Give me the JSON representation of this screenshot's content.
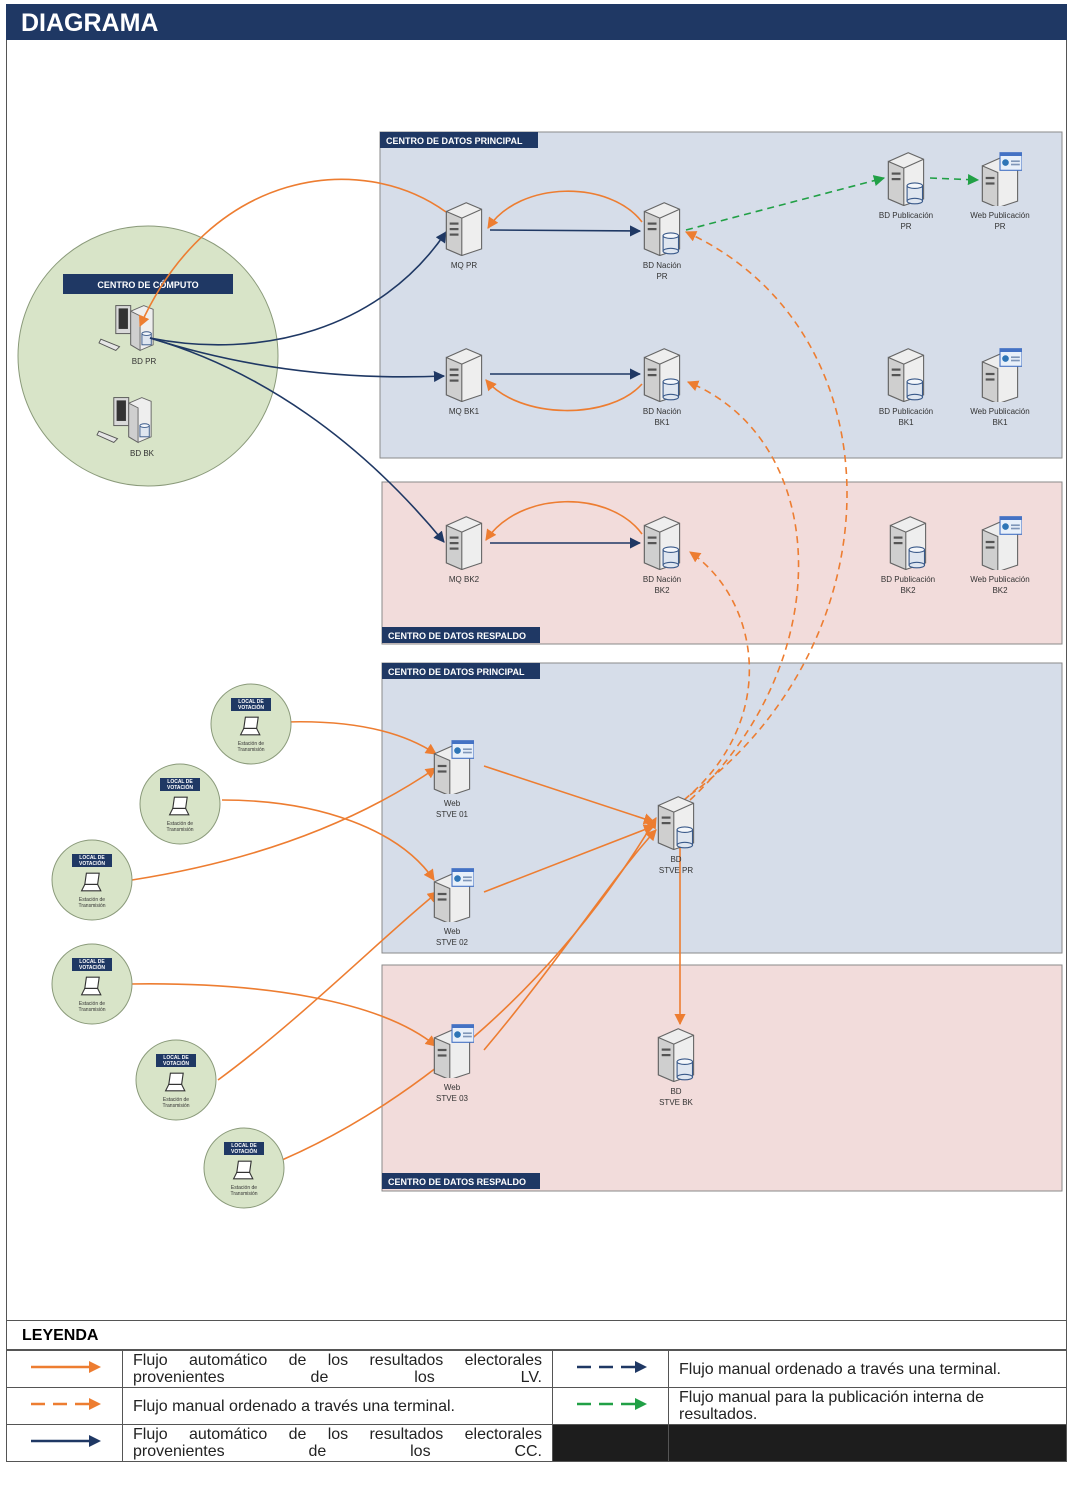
{
  "header": {
    "title": "DIAGRAMA"
  },
  "zones": [
    {
      "id": "z1",
      "title": "CENTRO DE DATOS PRINCIPAL",
      "kind": "principal"
    },
    {
      "id": "z2",
      "title": "CENTRO DE DATOS RESPALDO",
      "kind": "respaldo"
    },
    {
      "id": "z3",
      "title": "CENTRO DE DATOS PRINCIPAL",
      "kind": "principal"
    },
    {
      "id": "z4",
      "title": "CENTRO DE DATOS RESPALDO",
      "kind": "respaldo"
    }
  ],
  "centro_computo": {
    "title": "CENTRO DE CÓMPUTO",
    "nodes": [
      {
        "id": "bdpr",
        "label": [
          "BD PR"
        ]
      },
      {
        "id": "bdbk",
        "label": [
          "BD BK"
        ]
      }
    ]
  },
  "nodes": [
    {
      "id": "mqpr",
      "type": "server",
      "label": [
        "MQ PR"
      ]
    },
    {
      "id": "bdnpr",
      "type": "db",
      "label": [
        "BD Nación",
        "PR"
      ]
    },
    {
      "id": "bdpubpr",
      "type": "db",
      "label": [
        "BD Publicación",
        "PR"
      ]
    },
    {
      "id": "webpubpr",
      "type": "web",
      "label": [
        "Web Publicación",
        "PR"
      ]
    },
    {
      "id": "mqbk1",
      "type": "server",
      "label": [
        "MQ BK1"
      ]
    },
    {
      "id": "bdnbk1",
      "type": "db",
      "label": [
        "BD Nación",
        "BK1"
      ]
    },
    {
      "id": "bdpubbk1",
      "type": "db",
      "label": [
        "BD Publicación",
        "BK1"
      ]
    },
    {
      "id": "webpubbk1",
      "type": "web",
      "label": [
        "Web Publicación",
        "BK1"
      ]
    },
    {
      "id": "mqbk2",
      "type": "server",
      "label": [
        "MQ BK2"
      ]
    },
    {
      "id": "bdnbk2",
      "type": "db",
      "label": [
        "BD Nación",
        "BK2"
      ]
    },
    {
      "id": "bdpubbk2",
      "type": "db",
      "label": [
        "BD Publicación",
        "BK2"
      ]
    },
    {
      "id": "webpubbk2",
      "type": "web",
      "label": [
        "Web Publicación",
        "BK2"
      ]
    },
    {
      "id": "web01",
      "type": "web",
      "label": [
        "Web",
        "STVE 01"
      ]
    },
    {
      "id": "web02",
      "type": "web",
      "label": [
        "Web",
        "STVE 02"
      ]
    },
    {
      "id": "web03",
      "type": "web",
      "label": [
        "Web",
        "STVE 03"
      ]
    },
    {
      "id": "bdstvepr",
      "type": "db",
      "label": [
        "BD",
        "STVE PR"
      ]
    },
    {
      "id": "bdstvebk",
      "type": "db",
      "label": [
        "BD",
        "STVE BK"
      ]
    }
  ],
  "locales": [
    {
      "id": "lv1",
      "title": [
        "LOCAL DE",
        "VOTACIÓN"
      ],
      "label": [
        "Estación de",
        "Transmisión"
      ]
    },
    {
      "id": "lv2",
      "title": [
        "LOCAL DE",
        "VOTACIÓN"
      ],
      "label": [
        "Estación de",
        "Transmisión"
      ]
    },
    {
      "id": "lv3",
      "title": [
        "LOCAL DE",
        "VOTACIÓN"
      ],
      "label": [
        "Estación de",
        "Transmisión"
      ]
    },
    {
      "id": "lv4",
      "title": [
        "LOCAL DE",
        "VOTACIÓN"
      ],
      "label": [
        "Estación de",
        "Transmisión"
      ]
    },
    {
      "id": "lv5",
      "title": [
        "LOCAL DE",
        "VOTACIÓN"
      ],
      "label": [
        "Estación de",
        "Transmisión"
      ]
    },
    {
      "id": "lv6",
      "title": [
        "LOCAL DE",
        "VOTACIÓN"
      ],
      "label": [
        "Estación de",
        "Transmisión"
      ]
    }
  ],
  "colors": {
    "orange": "#ed7d31",
    "navy": "#1f3864",
    "green": "#21a046",
    "zone_principal": "#d6dde9",
    "zone_respaldo": "#f2dcdb"
  },
  "legend": {
    "title": "LEYENDA",
    "items": [
      {
        "style": "orange-solid",
        "text": "Flujo automático de los resultados electorales provenientes de los LV."
      },
      {
        "style": "navy-dashed",
        "text": "Flujo manual ordenado a través una terminal."
      },
      {
        "style": "orange-dashed",
        "text": "Flujo manual ordenado a través una terminal."
      },
      {
        "style": "green-dashed",
        "text": "Flujo manual para la publicación interna de resultados."
      },
      {
        "style": "navy-solid",
        "text": "Flujo automático de los resultados electorales provenientes de los CC."
      }
    ]
  }
}
